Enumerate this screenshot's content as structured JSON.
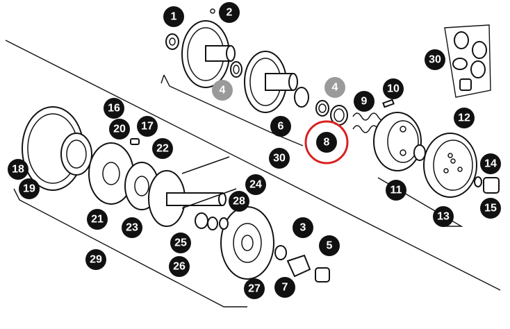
{
  "callouts": [
    {
      "id": "c1",
      "label": "1",
      "color": "#111111"
    },
    {
      "id": "c2",
      "label": "2",
      "color": "#111111"
    },
    {
      "id": "c3",
      "label": "3",
      "color": "#111111"
    },
    {
      "id": "c4a",
      "label": "4",
      "color": "#9a9a9a"
    },
    {
      "id": "c4b",
      "label": "4",
      "color": "#9a9a9a"
    },
    {
      "id": "c5",
      "label": "5",
      "color": "#111111"
    },
    {
      "id": "c6",
      "label": "6",
      "color": "#111111"
    },
    {
      "id": "c7",
      "label": "7",
      "color": "#111111"
    },
    {
      "id": "c8",
      "label": "8",
      "color": "#111111"
    },
    {
      "id": "c9",
      "label": "9",
      "color": "#111111"
    },
    {
      "id": "c10",
      "label": "10",
      "color": "#111111"
    },
    {
      "id": "c11",
      "label": "11",
      "color": "#111111"
    },
    {
      "id": "c12",
      "label": "12",
      "color": "#111111"
    },
    {
      "id": "c13",
      "label": "13",
      "color": "#111111"
    },
    {
      "id": "c14",
      "label": "14",
      "color": "#111111"
    },
    {
      "id": "c15",
      "label": "15",
      "color": "#111111"
    },
    {
      "id": "c16",
      "label": "16",
      "color": "#111111"
    },
    {
      "id": "c17",
      "label": "17",
      "color": "#111111"
    },
    {
      "id": "c18",
      "label": "18",
      "color": "#111111"
    },
    {
      "id": "c19",
      "label": "19",
      "color": "#111111"
    },
    {
      "id": "c20",
      "label": "20",
      "color": "#111111"
    },
    {
      "id": "c21",
      "label": "21",
      "color": "#111111"
    },
    {
      "id": "c22",
      "label": "22",
      "color": "#111111"
    },
    {
      "id": "c23",
      "label": "23",
      "color": "#111111"
    },
    {
      "id": "c24",
      "label": "24",
      "color": "#111111"
    },
    {
      "id": "c25",
      "label": "25",
      "color": "#111111"
    },
    {
      "id": "c26",
      "label": "26",
      "color": "#111111"
    },
    {
      "id": "c27",
      "label": "27",
      "color": "#111111"
    },
    {
      "id": "c28",
      "label": "28",
      "color": "#111111"
    },
    {
      "id": "c29",
      "label": "29",
      "color": "#111111"
    },
    {
      "id": "c30a",
      "label": "30",
      "color": "#111111"
    },
    {
      "id": "c30b",
      "label": "30",
      "color": "#111111"
    }
  ],
  "highlight": {
    "target": "8",
    "color": "#d9201f"
  }
}
